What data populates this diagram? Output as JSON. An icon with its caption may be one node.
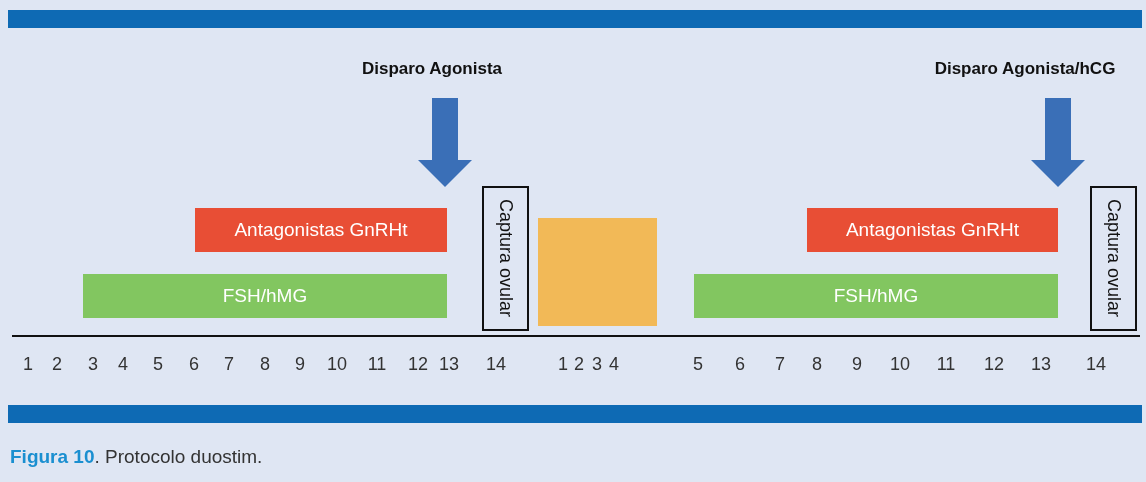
{
  "diagram": {
    "caption": "**Figura 10**. Protocolo duostim.",
    "nodes": [
      {
        "text": [
          "Disparo Agonista"
        ]
      },
      {
        "text": [
          "Antagonistas GnRHt"
        ]
      },
      {
        "text": [
          "FSH/hMG"
        ]
      },
      {
        "text": [
          "Captura ovular"
        ]
      },
      {
        "text": [],
        "shape": "box"
      },
      {
        "text": [
          "Disparo Agonista/hCG"
        ]
      },
      {
        "text": [
          "Antagonistas GnRHt"
        ]
      },
      {
        "text": [
          "FSH/hMG"
        ]
      },
      {
        "text": [
          "Captura ovular"
        ]
      }
    ],
    "edges": [
      {
        "from": 0,
        "to": null,
        "arrow": "to"
      },
      {
        "from": 5,
        "to": null,
        "arrow": "to"
      }
    ],
    "labels": [
      "1",
      "2",
      "3",
      "4",
      "5",
      "6",
      "7",
      "8",
      "9",
      "10",
      "11",
      "12",
      "13",
      "14",
      "1",
      "2",
      "3",
      "4",
      "5",
      "6",
      "7",
      "8",
      "9",
      "10",
      "11",
      "12",
      "13",
      "14"
    ]
  }
}
